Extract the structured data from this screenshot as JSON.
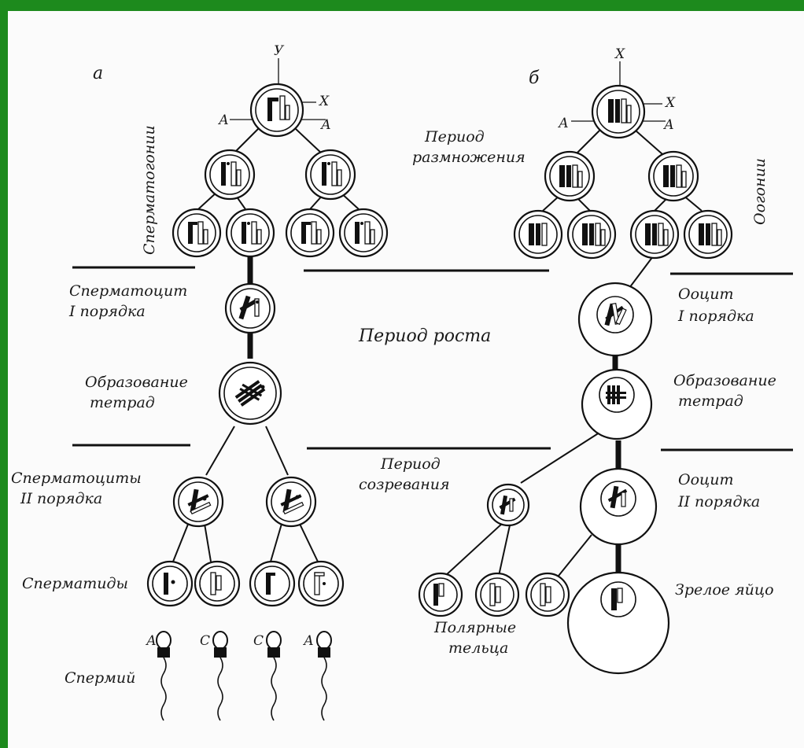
{
  "panels": {
    "a": "а",
    "b": "б"
  },
  "markers": {
    "y_top_a": "У",
    "x_right_a": "Х",
    "a_left_a": "А",
    "a_right_a": "А",
    "x_top_b": "Х",
    "x_right_b": "Х",
    "a_left_b": "А",
    "a_right_b": "А",
    "sperm_1": "А",
    "sperm_2": "С",
    "sperm_3": "С",
    "sperm_4": "А"
  },
  "left_labels": {
    "spermatogonia": "Сперматогонии",
    "spermatocyte_1": [
      "Сперматоцит",
      "I порядка"
    ],
    "tetrad_a": [
      "Образование",
      "тетрад"
    ],
    "spermatocyte_2": [
      "Сперматоциты",
      "II порядка"
    ],
    "spermatids": "Сперматиды",
    "sperm": "Спермий"
  },
  "center_labels": {
    "reproduction": [
      "Период",
      "размножения"
    ],
    "growth": "Период роста",
    "maturation": [
      "Период",
      "созревания"
    ]
  },
  "right_labels": {
    "oogonia": "Оогонии",
    "oocyte_1": [
      "Ооцит",
      "I порядка"
    ],
    "tetrad_b": [
      "Образование",
      "тетрад"
    ],
    "oocyte_2": [
      "Ооцит",
      "II порядка"
    ],
    "egg": "Зрелое яйцо",
    "polar": [
      "Полярные",
      "тельца"
    ]
  }
}
